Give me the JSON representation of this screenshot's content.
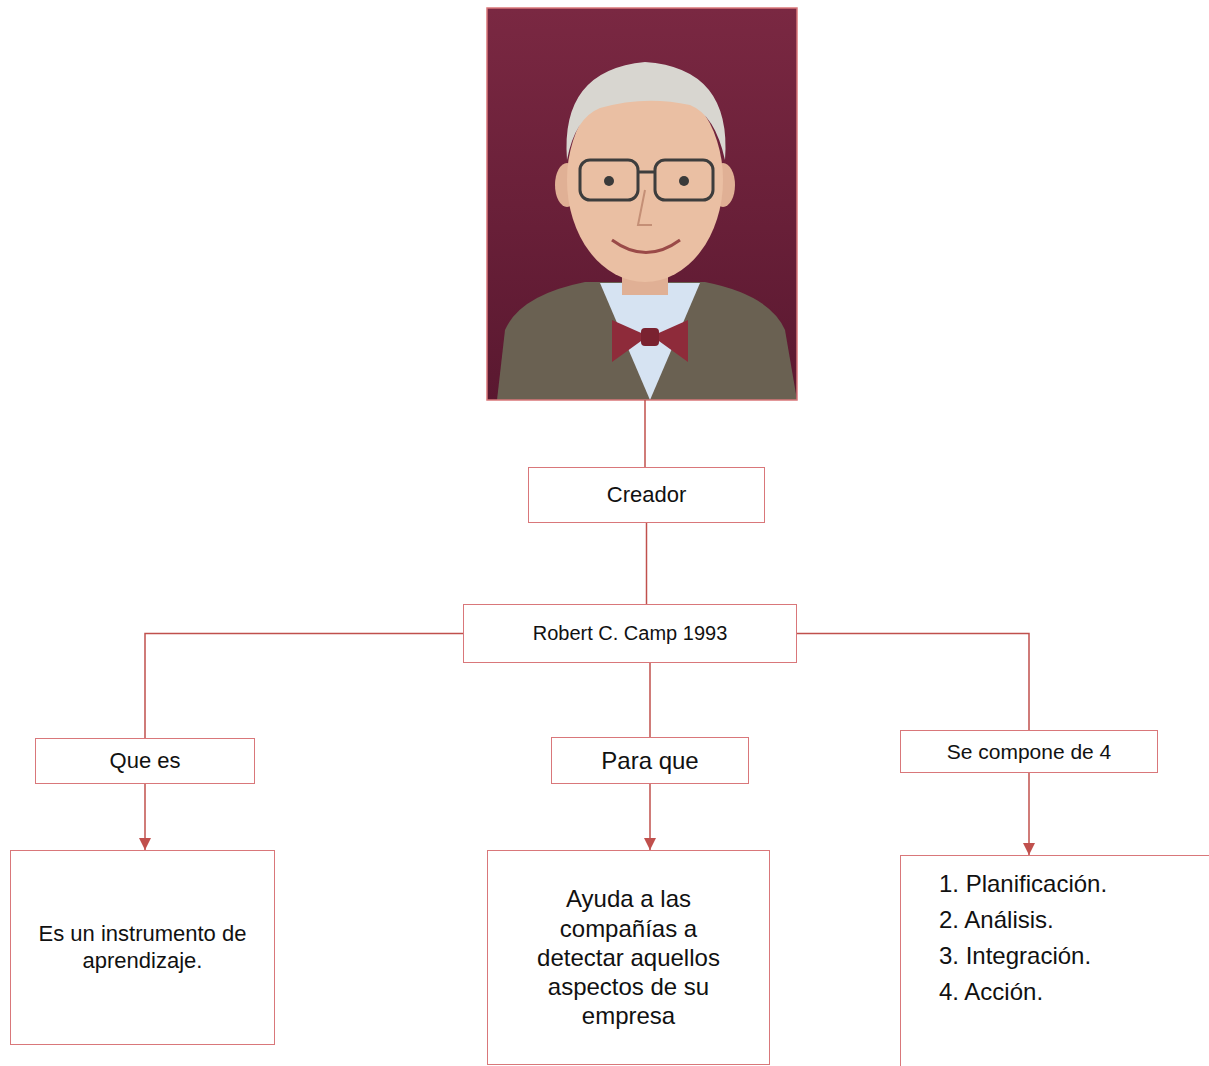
{
  "diagram": {
    "nodes": [
      {
        "text": [
          "Creador"
        ]
      },
      {
        "text": [
          "Robert C. Camp 1993"
        ]
      },
      {
        "text": [
          "Que es"
        ]
      },
      {
        "text": [
          "Para que"
        ]
      },
      {
        "text": [
          "Se compone de 4"
        ]
      },
      {
        "text": [
          "Es un instrumento de aprendizaje."
        ]
      },
      {
        "text": [
          "Ayuda a las compañías a detectar aquellos aspectos de su empresa"
        ]
      },
      {
        "text": [
          "1. Planificación.",
          "2. Análisis.",
          "3. Integración.",
          "4. Acción."
        ]
      }
    ],
    "edges": [
      {
        "from": 0,
        "to": 1,
        "arrow": "none"
      },
      {
        "from": 1,
        "to": 2,
        "arrow": "none"
      },
      {
        "from": 1,
        "to": 3,
        "arrow": "none"
      },
      {
        "from": 1,
        "to": 4,
        "arrow": "none"
      },
      {
        "from": 2,
        "to": 5,
        "arrow": "to"
      },
      {
        "from": 3,
        "to": 6,
        "arrow": "to"
      },
      {
        "from": 4,
        "to": 7,
        "arrow": "to"
      }
    ]
  }
}
